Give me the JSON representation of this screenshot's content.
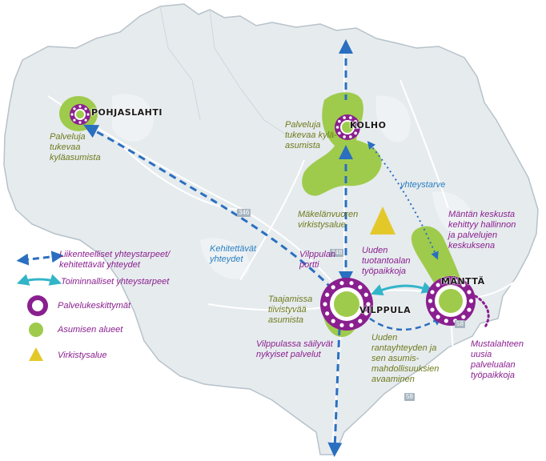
{
  "places": {
    "pohjaslahti": "POHJASLAHTI",
    "kolho": "KOLHO",
    "vilppula": "VILPPULA",
    "mantta": "MÄNTTÄ"
  },
  "road_numbers": [
    "346",
    "348",
    "58",
    "58"
  ],
  "annotations": {
    "pohjaslahti_services": [
      "Palveluja",
      "tukevaa",
      "kyläasumista"
    ],
    "kolho_services": [
      "Palveluja",
      "tukevaa kylä-",
      "asumista"
    ],
    "yhteystarve": "yhteystarve",
    "makelanvuori": [
      "Mäkelänvuoren",
      "virkistysalue"
    ],
    "kehitettavat": [
      "Kehitettävät",
      "yhteydet"
    ],
    "vilppula_gate": [
      "Vilppulan",
      "portti"
    ],
    "new_production": [
      "Uuden",
      "tuotantoalan",
      "työpaikkoja"
    ],
    "mantta_center": [
      "Mäntän keskusta",
      "kehittyy hallinnon",
      "ja palvelujen",
      "keskuksena"
    ],
    "taajamissa": [
      "Taajamissa",
      "tiivistyvää",
      "asumista"
    ],
    "vilppula_services": [
      "Vilppulassa säilyvät",
      "nykyiset palvelut"
    ],
    "shoreline": [
      "Uuden",
      "rantayhteyden ja",
      "sen asumis-",
      "mahdollisuuksien",
      "avaaminen"
    ],
    "mustalahti": [
      "Mustalahteen",
      "uusia",
      "palvelualan",
      "työpaikkoja"
    ]
  },
  "legend": {
    "items": [
      {
        "label": "Liikenteelliset yhteystarpeet/",
        "label2": "kehitettävät yhteydet",
        "symbol": "dashed-arrow-icon"
      },
      {
        "label": "Toiminnalliset yhteystarpeet",
        "symbol": "double-arrow-icon"
      },
      {
        "label": "Palvelukeskittymät",
        "symbol": "ring-icon"
      },
      {
        "label": "Asumisen alueet",
        "symbol": "green-dot-icon"
      },
      {
        "label": "Virkistysalue",
        "symbol": "triangle-icon"
      }
    ]
  },
  "colors": {
    "dashed_arrow": "#2a6fc0",
    "functional_arrow": "#33b5c9",
    "service_ring": "#8a1f8f",
    "residential": "#9fcb4c",
    "recreation": "#e3c82a",
    "municipality_fill": "#e7ecef",
    "outside_fill": "#f4f6f7"
  }
}
